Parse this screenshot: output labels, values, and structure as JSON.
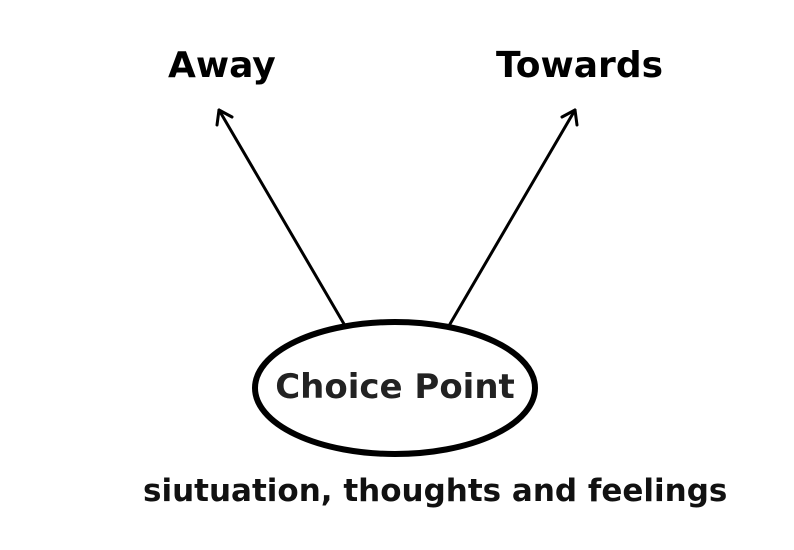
{
  "diagram": {
    "left_label": "Away",
    "right_label": "Towards",
    "center_label": "Choice Point",
    "caption": "siutuation, thoughts and feelings"
  },
  "colors": {
    "background": "#ffffff",
    "stroke": "#000000",
    "text": "#000000"
  }
}
